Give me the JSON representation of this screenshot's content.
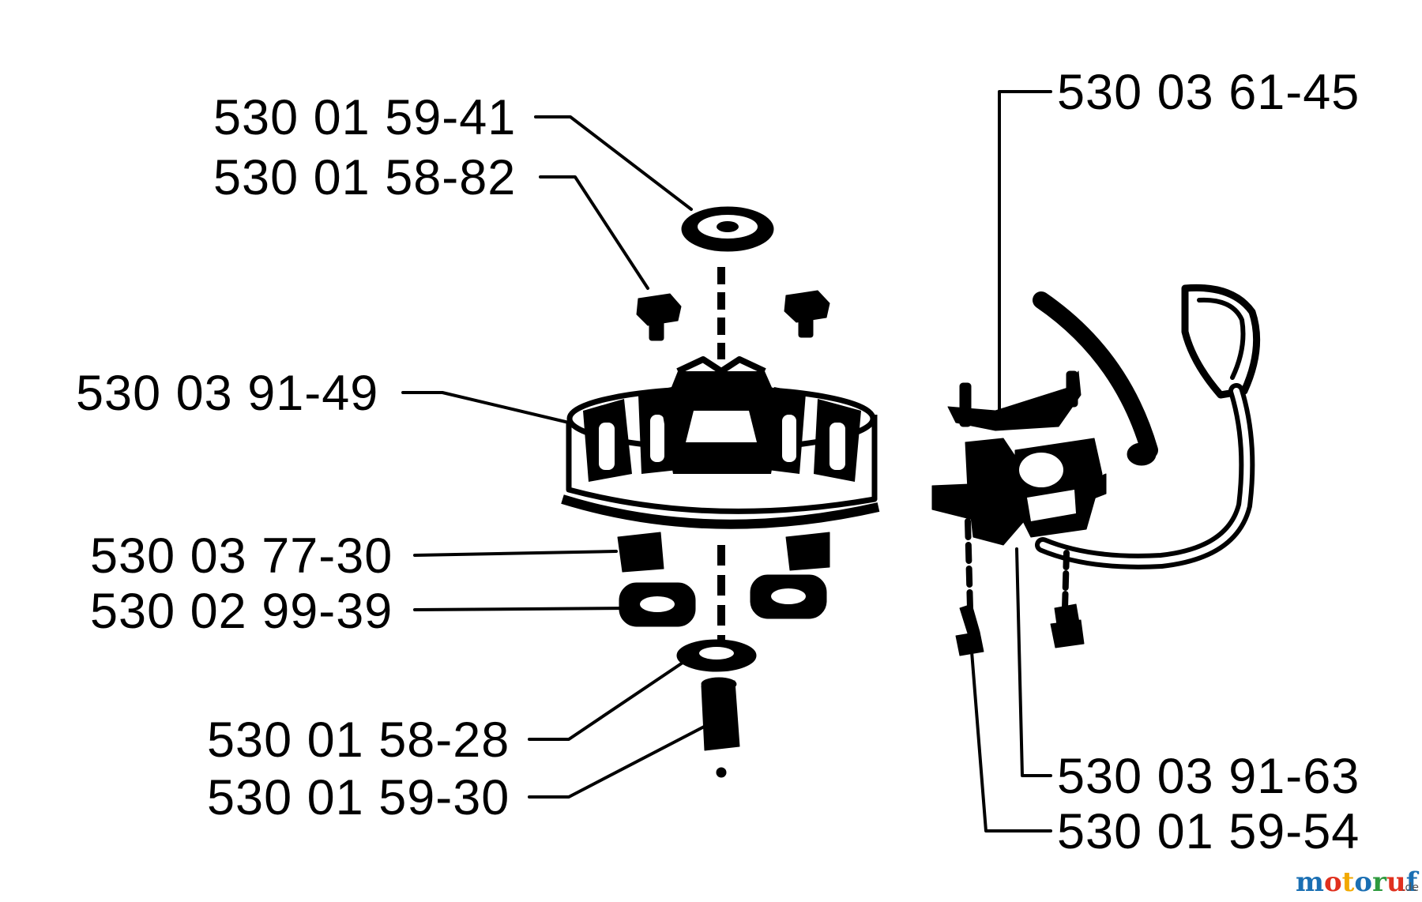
{
  "labels": {
    "p1": "530 01 59-41",
    "p2": "530 01 58-82",
    "p3": "530 03 91-49",
    "p4": "530 03 77-30",
    "p5": "530 02 99-39",
    "p6": "530 01 58-28",
    "p7": "530 01 59-30",
    "p8": "530 03 61-45",
    "p9": "530 03 91-63",
    "p10": "530 01 59-54"
  },
  "watermark": {
    "brand": "motoruf",
    "tld": ".de",
    "colors": {
      "m": "#1a6fb3",
      "o1": "#e0301e",
      "t": "#f2a900",
      "o2": "#1a6fb3",
      "r": "#2e9a3e",
      "u": "#e0301e",
      "f": "#1a6fb3",
      "tld": "#555555"
    }
  }
}
